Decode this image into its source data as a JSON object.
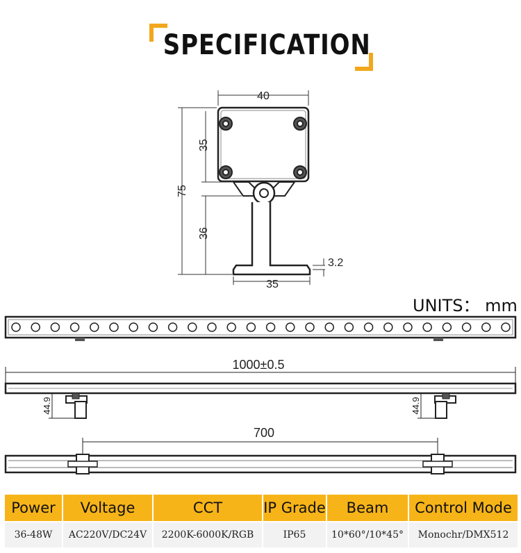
{
  "header": {
    "title": "SPECIFICATION"
  },
  "units_label": "UNITS： mm",
  "drawing": {
    "section_dims": {
      "width_top": "40",
      "height_top": "35",
      "height_total": "75",
      "height_bottom": "36",
      "flange_thickness": "3.2",
      "base_width": "35"
    },
    "length_dims": {
      "total_length": "1000±0.5",
      "bracket_height_left": "44.9",
      "bracket_height_right": "44.9",
      "bracket_spacing": "700"
    },
    "led_count": 26
  },
  "spec_table": {
    "headers": [
      "Power",
      "Voltage",
      "CCT",
      "IP Grade",
      "Beam",
      "Control Mode"
    ],
    "values": [
      "36-48W",
      "AC220V/DC24V",
      "2200K-6000K/RGB",
      "IP65",
      "10*60°/10*45°",
      "Monochr/DMX512"
    ]
  },
  "colors": {
    "accent": "#f7b418",
    "bracket": "#f2a71c",
    "cell": "#f2f2f2",
    "line": "#333333"
  }
}
